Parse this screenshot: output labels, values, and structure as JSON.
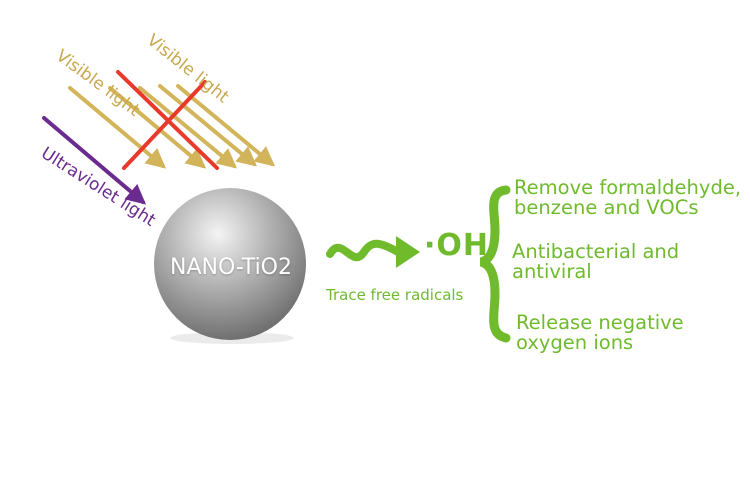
{
  "diagram": {
    "labels": {
      "visible_light_1": "Visible light",
      "visible_light_2": "Visible light",
      "ultraviolet_light": "Ultraviolet light",
      "particle": "NANO-TiO2",
      "radical": "·OH",
      "radical_caption": "Trace free radicals"
    },
    "effects": [
      "Remove formaldehyde, benzene and VOCs",
      "Antibacterial and antiviral",
      "Release negative oxygen ions"
    ],
    "colors": {
      "visible_light": "#d2b45a",
      "ultraviolet": "#6a2a8e",
      "cross_out": "#e8392b",
      "green": "#6fbb2c",
      "sphere": "#a8a8a8"
    }
  }
}
